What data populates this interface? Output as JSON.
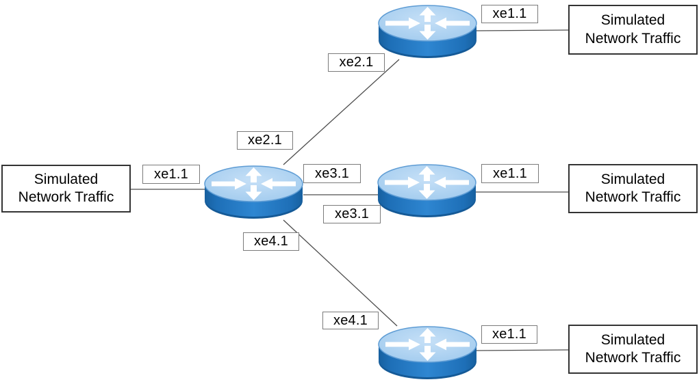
{
  "diagram": {
    "type": "network-topology",
    "description": "One core router linked to three edge routers, each edge router linked to a simulated traffic endpoint"
  },
  "traffic_boxes": [
    {
      "id": "left",
      "label": "Simulated\nNetwork Traffic"
    },
    {
      "id": "top-right",
      "label": "Simulated\nNetwork Traffic"
    },
    {
      "id": "middle-right",
      "label": "Simulated\nNetwork Traffic"
    },
    {
      "id": "bottom-right",
      "label": "Simulated\nNetwork Traffic"
    }
  ],
  "routers": [
    {
      "id": "core",
      "icon": "router-icon"
    },
    {
      "id": "top",
      "icon": "router-icon"
    },
    {
      "id": "middle",
      "icon": "router-icon"
    },
    {
      "id": "bottom",
      "icon": "router-icon"
    }
  ],
  "ports": [
    {
      "text": "xe1.1"
    },
    {
      "text": "xe2.1"
    },
    {
      "text": "xe3.1"
    },
    {
      "text": "xe4.1"
    },
    {
      "text": "xe2.1"
    },
    {
      "text": "xe3.1"
    },
    {
      "text": "xe4.1"
    },
    {
      "text": "xe1.1"
    },
    {
      "text": "xe1.1"
    },
    {
      "text": "xe1.1"
    }
  ],
  "colors": {
    "router_body_blue": "#2279c4",
    "router_top_blue": "#a9cfee",
    "connector_gray": "#4d4d4d",
    "label_border_gray": "#7a7a7a",
    "box_border_dark": "#333333",
    "background": "#ffffff"
  }
}
